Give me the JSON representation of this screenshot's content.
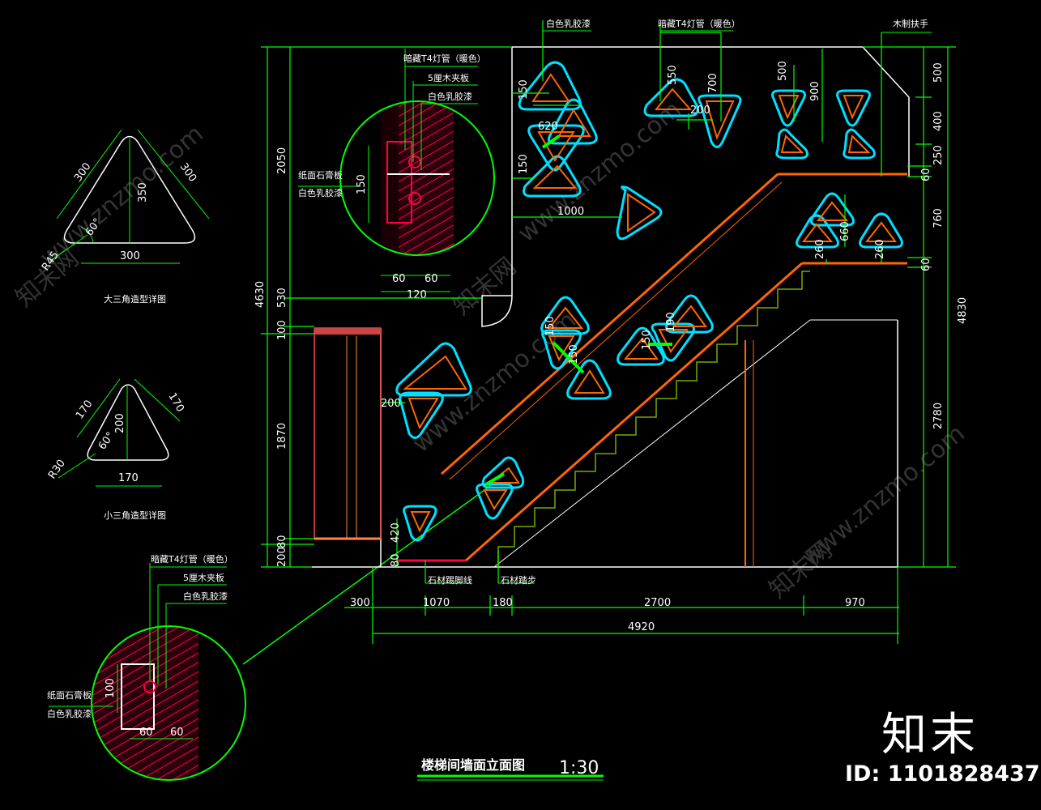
{
  "drawing": {
    "title": "楼梯间墙面立面图",
    "scale": "1:30",
    "colors": {
      "background": "#000000",
      "dimension": "#00ff00",
      "accent": "#ff6600",
      "neon": "#00e0ff",
      "wall": "#ffffff",
      "hatch": "#ff0044"
    }
  },
  "details": {
    "large_triangle": {
      "caption": "大三角造型详图",
      "side_left": "300",
      "side_right": "300",
      "height": "350",
      "base": "300",
      "angle": "60°",
      "radius": "R45"
    },
    "small_triangle": {
      "caption": "小三角造型详图",
      "side_left": "170",
      "side_right": "170",
      "height": "200",
      "base": "170",
      "angle": "60°",
      "radius": "R30"
    },
    "section_top": {
      "t4": "暗藏T4灯管（暖色）",
      "plywood": "5厘木夹板",
      "paint": "白色乳胶漆",
      "board": "纸面石膏板",
      "board_paint": "白色乳胶漆",
      "dim_a": "60",
      "dim_b": "60",
      "dim_total": "120",
      "dim_v": "150"
    },
    "section_bottom": {
      "t4": "暗藏T4灯管（暖色）",
      "plywood": "5厘木夹板",
      "paint": "白色乳胶漆",
      "board": "纸面石膏板",
      "board_paint": "白色乳胶漆",
      "dim_a": "60",
      "dim_b": "60",
      "dim_v": "100"
    }
  },
  "labels": {
    "white_paint": "白色乳胶漆",
    "t4_top": "暗藏T4灯管（暖色）",
    "handrail": "木制扶手",
    "stone_skirting": "石材踢脚线",
    "stone_step": "石材踏步"
  },
  "left_dims": {
    "d2050": "2050",
    "d530": "530",
    "d100": "100",
    "d1870": "1870",
    "d80": "80",
    "d200": "200",
    "total": "4630"
  },
  "right_dims": {
    "d500": "500",
    "d400": "400",
    "d250": "250",
    "d60a": "60",
    "d760": "760",
    "d60b": "60",
    "d2780": "2780",
    "total": "4830"
  },
  "bottom_dims": {
    "d300": "300",
    "d1070": "1070",
    "d180": "180",
    "d2700": "2700",
    "d970": "970",
    "total": "4920"
  },
  "inner_dims": {
    "a150": "150",
    "b620": "620",
    "c150": "150",
    "d1000": "1000",
    "e200": "200",
    "f420": "420",
    "g80": "80",
    "h550": "550",
    "i700": "700",
    "j200": "200",
    "k500": "500",
    "l900": "900",
    "m660": "660",
    "n260": "260",
    "o260": "260",
    "p150": "150",
    "q150": "150",
    "r190": "190",
    "s150": "150"
  },
  "watermarks": [
    "www.znzmo.com",
    "知末网"
  ],
  "brand": {
    "name": "知末",
    "id": "ID: 1101828437"
  }
}
